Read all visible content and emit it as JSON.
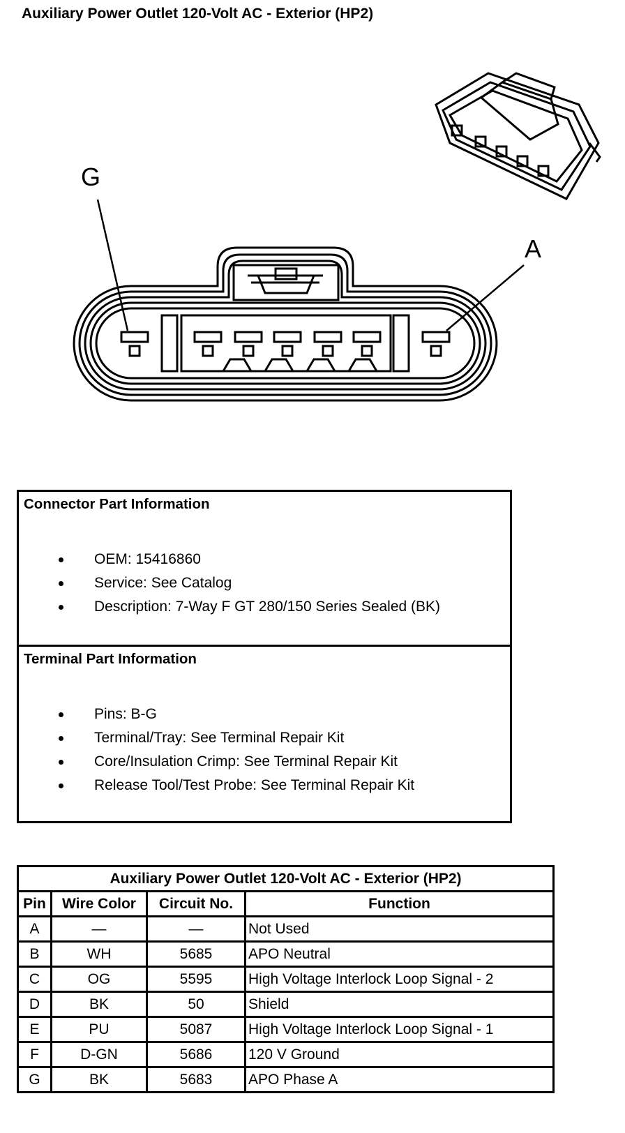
{
  "page_title": "Auxiliary Power Outlet 120-Volt AC - Exterior (HP2)",
  "diagram": {
    "label_g": "G",
    "label_a": "A"
  },
  "connector_info": {
    "title": "Connector Part Information",
    "items": [
      "OEM: 15416860",
      "Service: See Catalog",
      "Description: 7-Way F GT 280/150 Series Sealed (BK)"
    ]
  },
  "terminal_info": {
    "title": "Terminal Part Information",
    "items": [
      "Pins: B-G",
      "Terminal/Tray: See Terminal Repair Kit",
      "Core/Insulation Crimp: See Terminal Repair Kit",
      "Release Tool/Test Probe: See Terminal Repair Kit"
    ]
  },
  "pin_table": {
    "caption": "Auxiliary Power Outlet 120-Volt AC - Exterior (HP2)",
    "headers": [
      "Pin",
      "Wire Color",
      "Circuit No.",
      "Function"
    ],
    "rows": [
      [
        "A",
        "—",
        "—",
        "Not Used"
      ],
      [
        "B",
        "WH",
        "5685",
        "APO Neutral"
      ],
      [
        "C",
        "OG",
        "5595",
        "High Voltage Interlock Loop Signal - 2"
      ],
      [
        "D",
        "BK",
        "50",
        "Shield"
      ],
      [
        "E",
        "PU",
        "5087",
        "High Voltage Interlock Loop Signal - 1"
      ],
      [
        "F",
        "D-GN",
        "5686",
        "120 V Ground"
      ],
      [
        "G",
        "BK",
        "5683",
        "APO Phase A"
      ]
    ]
  }
}
